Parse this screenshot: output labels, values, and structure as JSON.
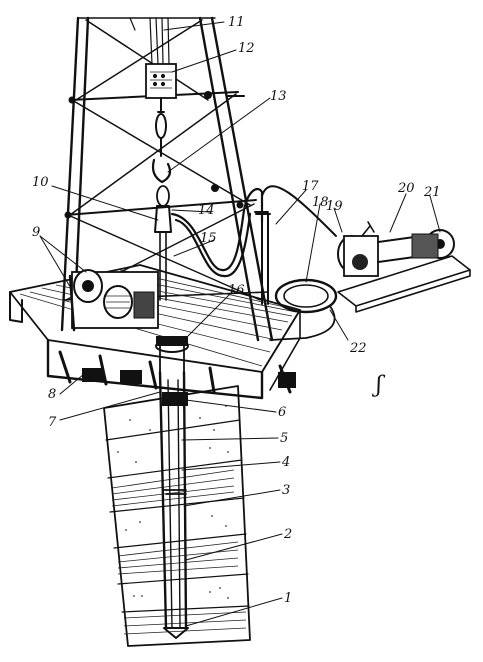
{
  "callouts": [
    {
      "id": "1",
      "label": "1"
    },
    {
      "id": "2",
      "label": "2"
    },
    {
      "id": "3",
      "label": "3"
    },
    {
      "id": "4",
      "label": "4"
    },
    {
      "id": "5",
      "label": "5"
    },
    {
      "id": "6",
      "label": "6"
    },
    {
      "id": "7",
      "label": "7"
    },
    {
      "id": "8",
      "label": "8"
    },
    {
      "id": "9",
      "label": "9"
    },
    {
      "id": "10",
      "label": "10"
    },
    {
      "id": "11",
      "label": "11"
    },
    {
      "id": "12",
      "label": "12"
    },
    {
      "id": "13",
      "label": "13"
    },
    {
      "id": "14",
      "label": "14"
    },
    {
      "id": "15",
      "label": "15"
    },
    {
      "id": "16",
      "label": "16"
    },
    {
      "id": "17",
      "label": "17"
    },
    {
      "id": "18",
      "label": "18"
    },
    {
      "id": "19",
      "label": "19"
    },
    {
      "id": "20",
      "label": "20"
    },
    {
      "id": "21",
      "label": "21"
    },
    {
      "id": "22",
      "label": "22"
    }
  ],
  "marks": {
    "direction_glyph": "ʃ"
  }
}
